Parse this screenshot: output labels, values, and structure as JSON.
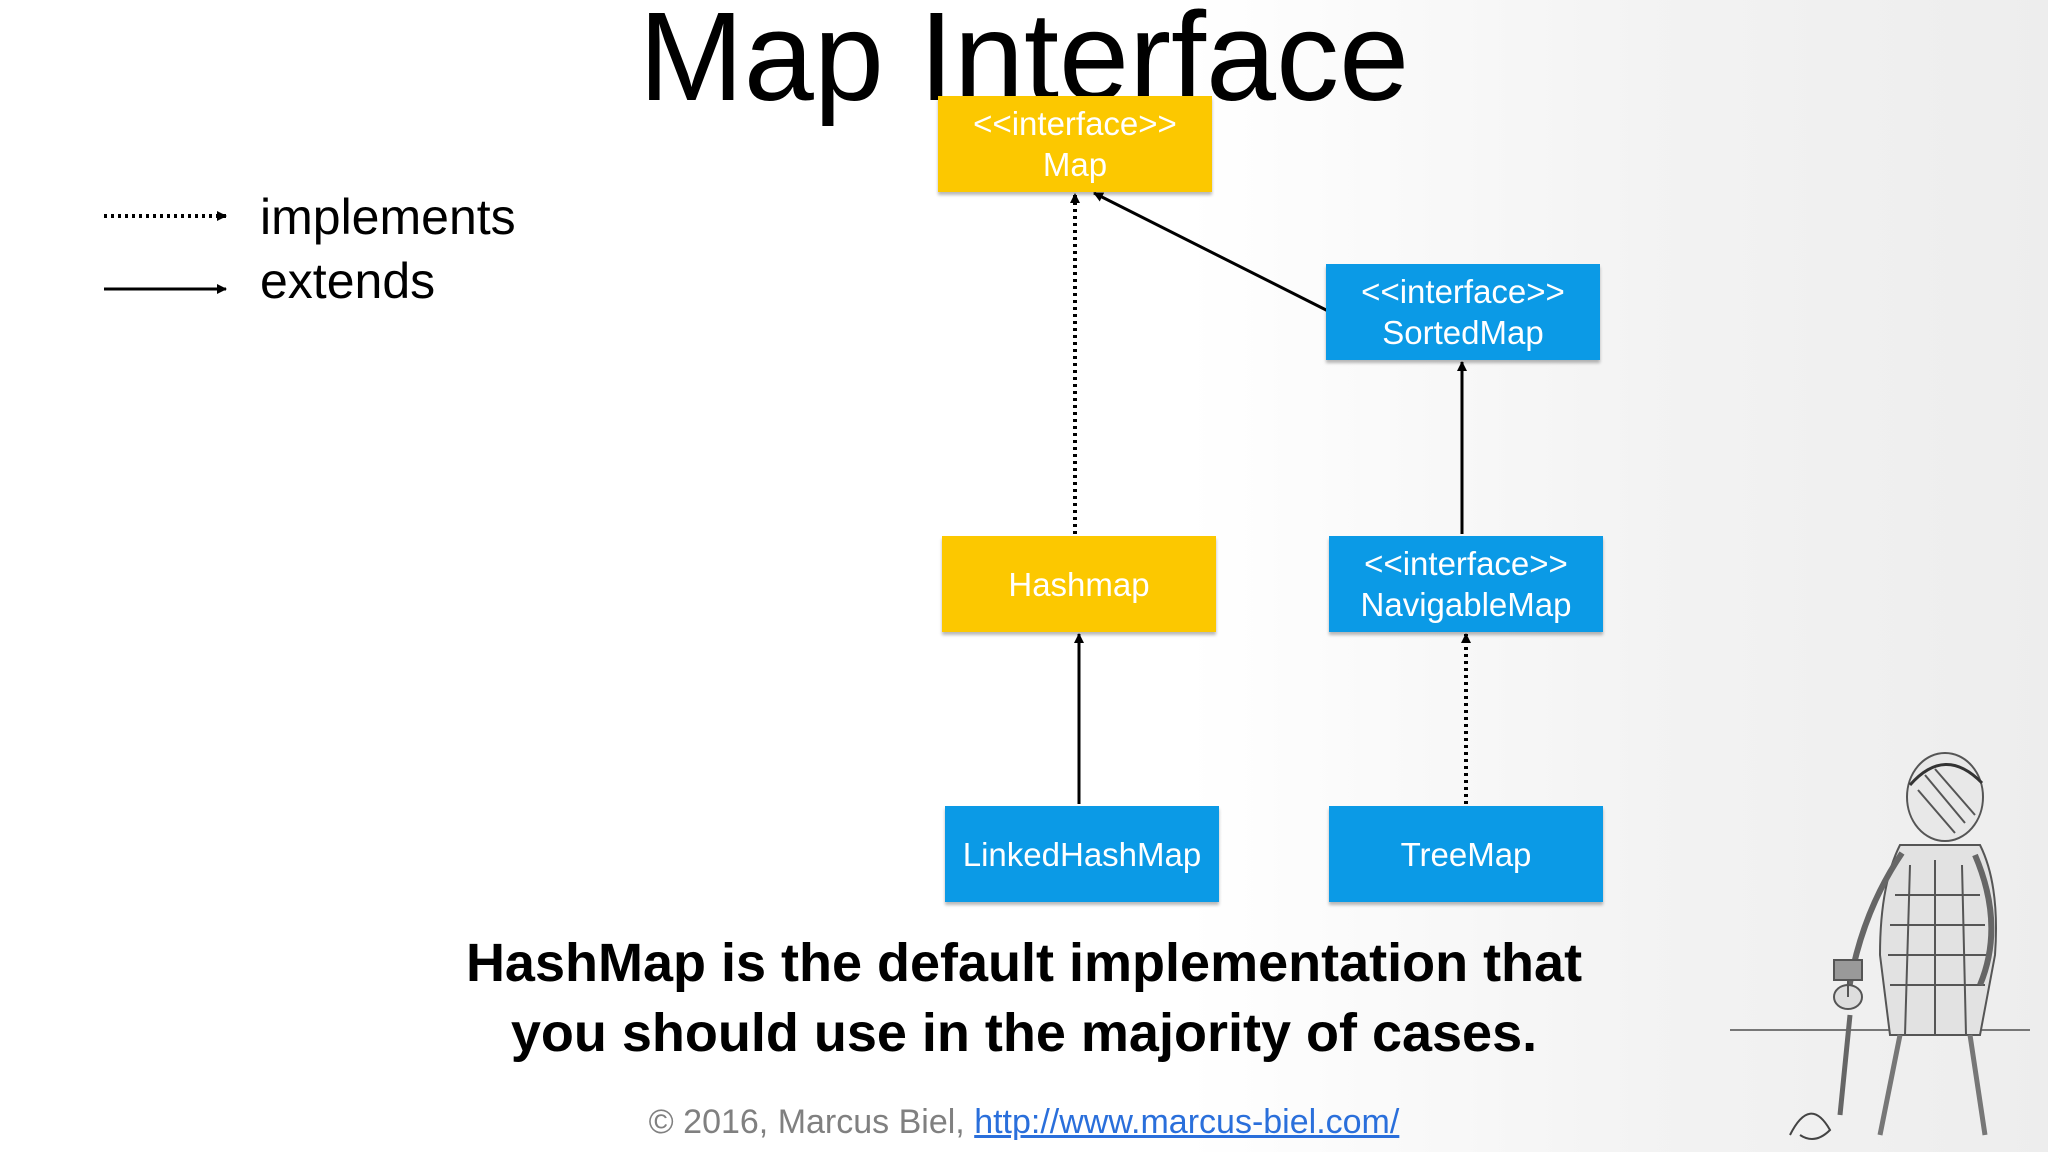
{
  "title": "Map Interface",
  "legend": {
    "implements_label": "implements",
    "extends_label": "extends"
  },
  "nodes": {
    "map": {
      "stereotype": "<<interface>>",
      "name": "Map",
      "color": "#fcc800"
    },
    "sorted_map": {
      "stereotype": "<<interface>>",
      "name": "SortedMap",
      "color": "#0b9ae6"
    },
    "hashmap": {
      "name": "Hashmap",
      "color": "#fcc800"
    },
    "navigable_map": {
      "stereotype": "<<interface>>",
      "name": "NavigableMap",
      "color": "#0b9ae6"
    },
    "linked_hash_map": {
      "name": "LinkedHashMap",
      "color": "#0b9ae6"
    },
    "tree_map": {
      "name": "TreeMap",
      "color": "#0b9ae6"
    }
  },
  "caption": {
    "line1": "HashMap is the default implementation that",
    "line2": "you should use in the majority of cases."
  },
  "footer": {
    "copyright": "© 2016, Marcus Biel,",
    "link": "http://www.marcus-biel.com/"
  },
  "colors": {
    "interface_yellow": "#fcc800",
    "class_blue": "#0b9ae6",
    "link_blue": "#2a6fdb"
  }
}
